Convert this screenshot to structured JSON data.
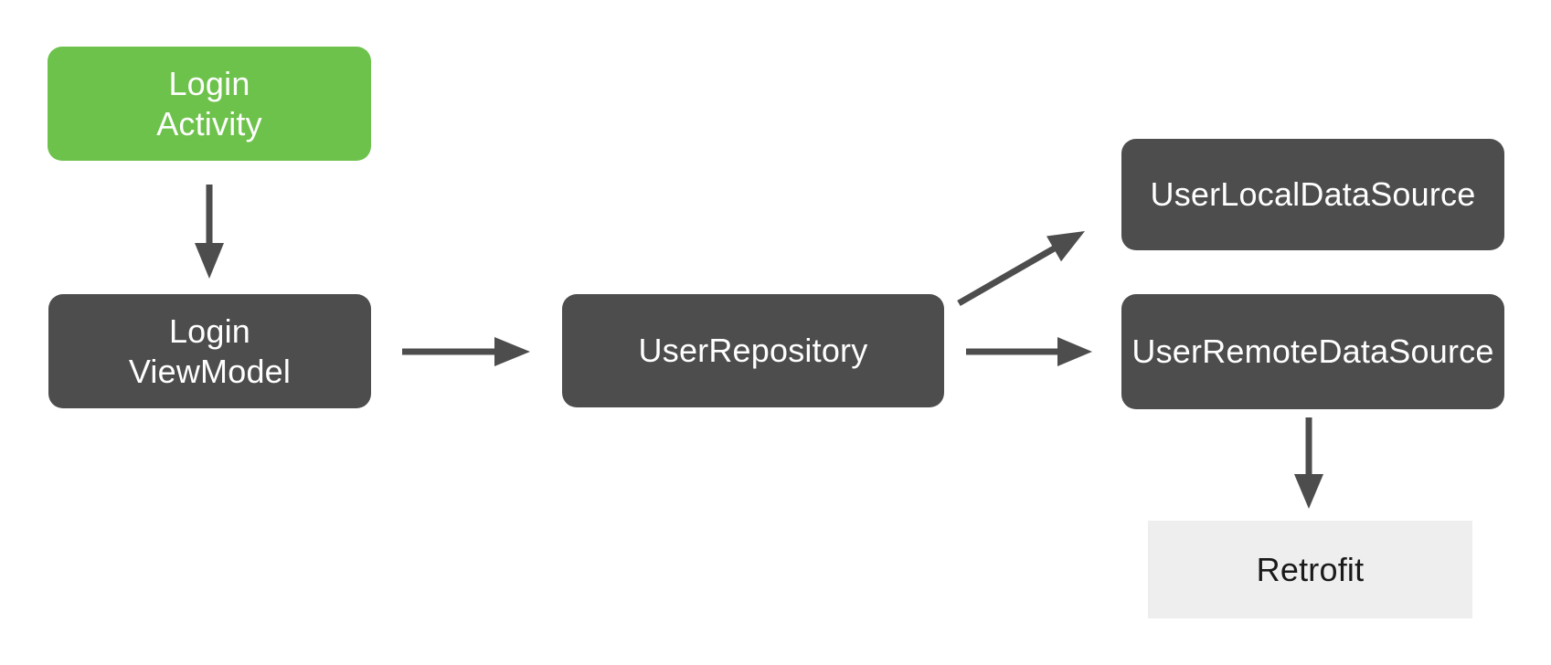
{
  "diagram": {
    "nodes": {
      "login_activity": {
        "label": "Login\nActivity",
        "role": "activity"
      },
      "login_viewmodel": {
        "label": "Login\nViewModel",
        "role": "component"
      },
      "user_repository": {
        "label": "UserRepository",
        "role": "component"
      },
      "user_local_datasource": {
        "label": "UserLocalDataSource",
        "role": "component"
      },
      "user_remote_datasource": {
        "label": "UserRemoteDataSource",
        "role": "component"
      },
      "retrofit": {
        "label": "Retrofit",
        "role": "external-library"
      }
    },
    "edges": [
      {
        "from": "LoginActivity",
        "to": "LoginViewModel"
      },
      {
        "from": "LoginViewModel",
        "to": "UserRepository"
      },
      {
        "from": "UserRepository",
        "to": "UserLocalDataSource"
      },
      {
        "from": "UserRepository",
        "to": "UserRemoteDataSource"
      },
      {
        "from": "UserRemoteDataSource",
        "to": "Retrofit"
      }
    ],
    "colors": {
      "activity_box": "#6DC24B",
      "component_box": "#4D4D4D",
      "external_box": "#EEEEEE",
      "arrow": "#4D4D4D",
      "text_on_dark": "#FFFFFF",
      "text_on_light": "#1A1A1A",
      "background": "#FFFFFF"
    }
  }
}
